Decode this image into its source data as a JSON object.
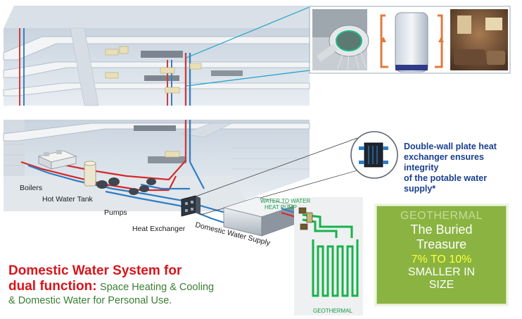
{
  "labels": {
    "boilers": "Boilers",
    "hot_water_tank": "Hot Water Tank",
    "pumps": "Pumps",
    "heat_exchanger": "Heat Exchanger",
    "domestic_water_supply": "Domestic Water Supply",
    "water_to_water_line1": "WATER TO WATER",
    "water_to_water_line2": "HEAT PUMP",
    "geothermal_loop": "GEOTHERMAL"
  },
  "callout": {
    "line1": "Double-wall plate heat",
    "line2": "exchanger ensures integrity",
    "line3": "of the potable water supply*"
  },
  "geo_box": {
    "title": "GEOTHERMAL",
    "sub1": "The Buried",
    "sub2": "Treasure",
    "percent": "7% TO 10%",
    "size1": "SMALLER IN",
    "size2": "SIZE"
  },
  "bottom": {
    "title_line1": "Domestic Water System for",
    "title_line2": "dual function:",
    "desc_line1": "Space Heating & Cooling",
    "desc_line2": "& Domestic Water for Personal Use."
  },
  "colors": {
    "hot_pipe": "#d42a2a",
    "cold_pipe": "#2f7dc4",
    "geo_loop": "#17b34a",
    "geo_box_bg": "#8ab341",
    "title_red": "#d6151b",
    "callout_blue": "#1a3f8f",
    "leader_line": "#1aa0c8"
  },
  "icons": [
    "shower-head-icon",
    "water-heater-icon",
    "living-room-photo",
    "plate-heat-exchanger-icon"
  ]
}
